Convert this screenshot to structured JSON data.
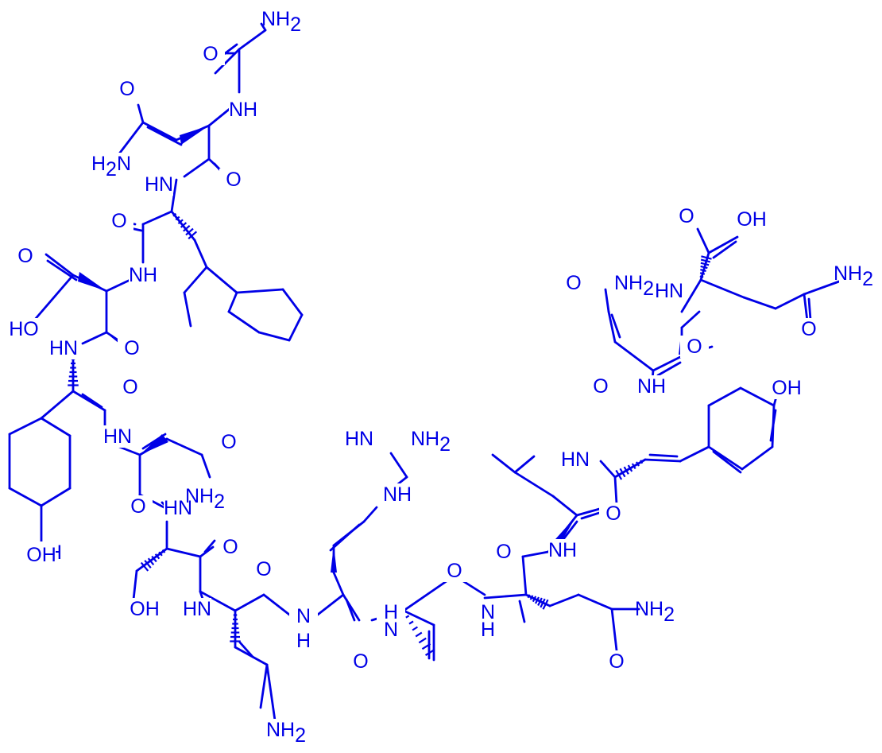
{
  "colors": {
    "ink": "#0000e6",
    "background": "#ffffff"
  },
  "labels": [
    {
      "t": "NH",
      "sub": "2"
    },
    {
      "t": "O"
    },
    {
      "t": "NH"
    },
    {
      "t": "O"
    },
    {
      "t": "H",
      "sub": "2",
      "post": "N"
    },
    {
      "t": "HN"
    },
    {
      "t": "O"
    },
    {
      "t": "O"
    },
    {
      "t": "O"
    },
    {
      "t": "NH"
    },
    {
      "t": "HO"
    },
    {
      "t": "HN"
    },
    {
      "t": "HN"
    },
    {
      "t": "O"
    },
    {
      "t": "O"
    },
    {
      "t": "HN"
    },
    {
      "t": "O"
    },
    {
      "t": "NH",
      "sub": "2"
    },
    {
      "t": "O"
    },
    {
      "t": "NH"
    },
    {
      "t": "OH"
    },
    {
      "t": "O"
    },
    {
      "t": "OH"
    },
    {
      "t": "HN"
    },
    {
      "t": "O"
    },
    {
      "t": "N"
    },
    {
      "t": "H"
    },
    {
      "t": "O"
    },
    {
      "t": "NH",
      "sub": "2"
    },
    {
      "t": "HN"
    },
    {
      "t": "NH",
      "sub": "2"
    },
    {
      "t": "NH"
    },
    {
      "t": "H"
    },
    {
      "t": "N"
    },
    {
      "t": "O"
    },
    {
      "t": "O"
    },
    {
      "t": "N"
    },
    {
      "t": "H"
    },
    {
      "t": "O"
    },
    {
      "t": "NH",
      "sub": "2"
    },
    {
      "t": "O"
    },
    {
      "t": "NH"
    },
    {
      "t": "HN"
    },
    {
      "t": "O"
    },
    {
      "t": "O"
    },
    {
      "t": "NH"
    },
    {
      "t": "OH"
    },
    {
      "t": "O"
    },
    {
      "t": "NH",
      "sub": "2"
    },
    {
      "t": "HN"
    },
    {
      "t": "O"
    },
    {
      "t": "O"
    },
    {
      "t": "OH"
    },
    {
      "t": "NH",
      "sub": "2"
    },
    {
      "t": "O"
    }
  ]
}
